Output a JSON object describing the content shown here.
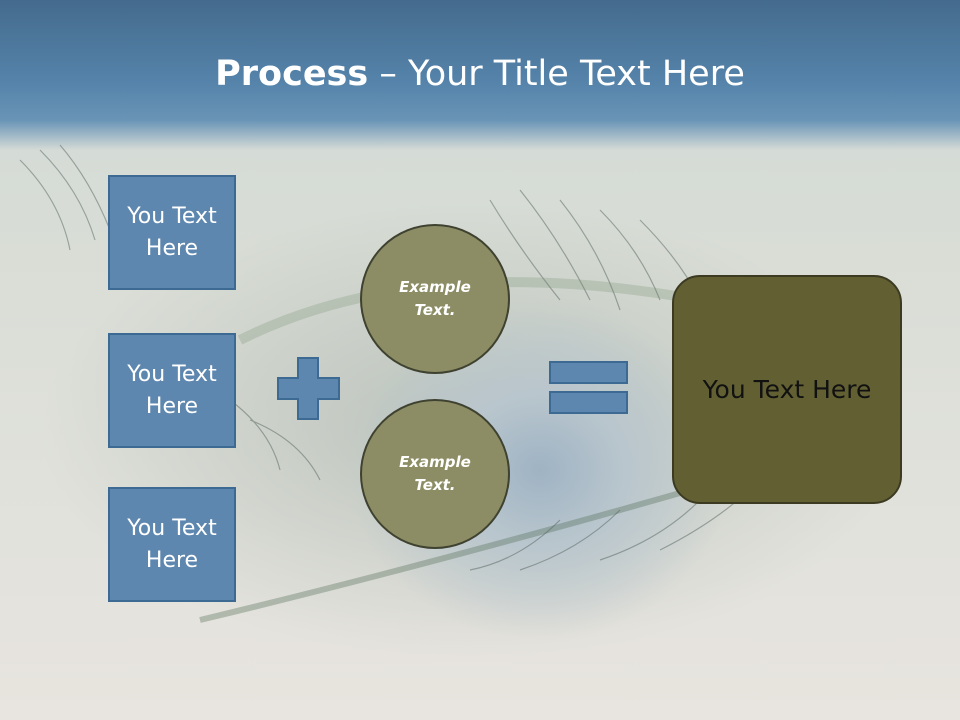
{
  "title": {
    "bold": "Process",
    "rest": " – Your Title Text Here"
  },
  "left_boxes": [
    {
      "label": "You Text Here"
    },
    {
      "label": "You Text Here"
    },
    {
      "label": "You Text Here"
    }
  ],
  "circles": [
    {
      "label": "Example Text."
    },
    {
      "label": "Example Text."
    }
  ],
  "result": {
    "label": "You Text Here"
  },
  "colors": {
    "header": "#5583aa",
    "box_fill": "#5e87b0",
    "circle_fill": "#8c8d64",
    "result_fill": "#626033"
  },
  "icons": {
    "operator_1": "plus-icon",
    "operator_2": "equals-icon"
  }
}
